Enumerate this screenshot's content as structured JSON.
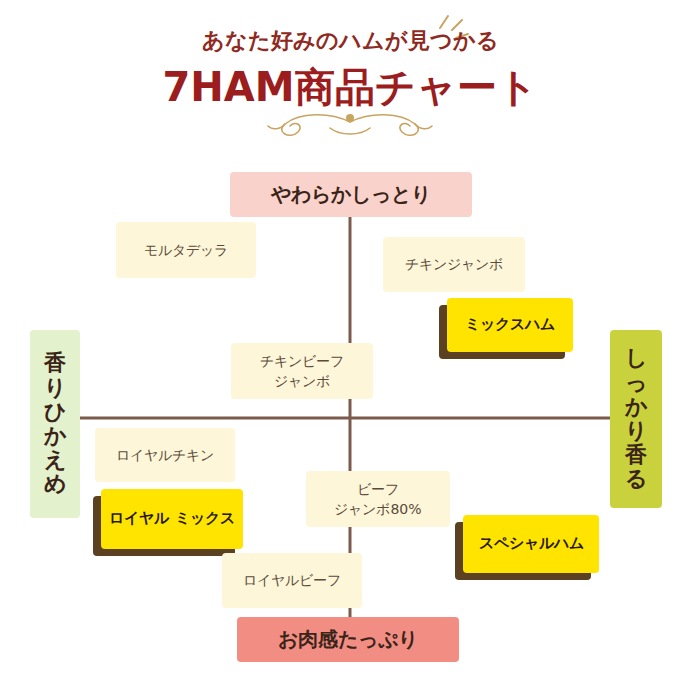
{
  "diagram": {
    "title": "7HAM商品チャート",
    "nodes": [
      {
        "text": [
          "やわらかしっとり"
        ]
      },
      {
        "text": [
          "モルタデッラ"
        ]
      },
      {
        "text": [
          "チキンジャンボ"
        ]
      },
      {
        "text": [
          "ミックスハム"
        ]
      },
      {
        "text": [
          "香りひかえめ"
        ]
      },
      {
        "text": [
          "チキンビーフ ジャンボ"
        ]
      },
      {
        "text": [
          "しっかり香る"
        ]
      },
      {
        "text": [
          "ロイヤルチキン"
        ]
      },
      {
        "text": [
          "ロイヤル ミックス"
        ]
      },
      {
        "text": [
          "ビーフ ジャンボ80%"
        ]
      },
      {
        "text": [
          "スペシャルハム"
        ]
      },
      {
        "text": [
          "ロイヤルビーフ"
        ]
      },
      {
        "text": [
          "お肉感たっぷり"
        ]
      }
    ],
    "labels": [
      "あなた好みのハムが見つかる"
    ]
  }
}
